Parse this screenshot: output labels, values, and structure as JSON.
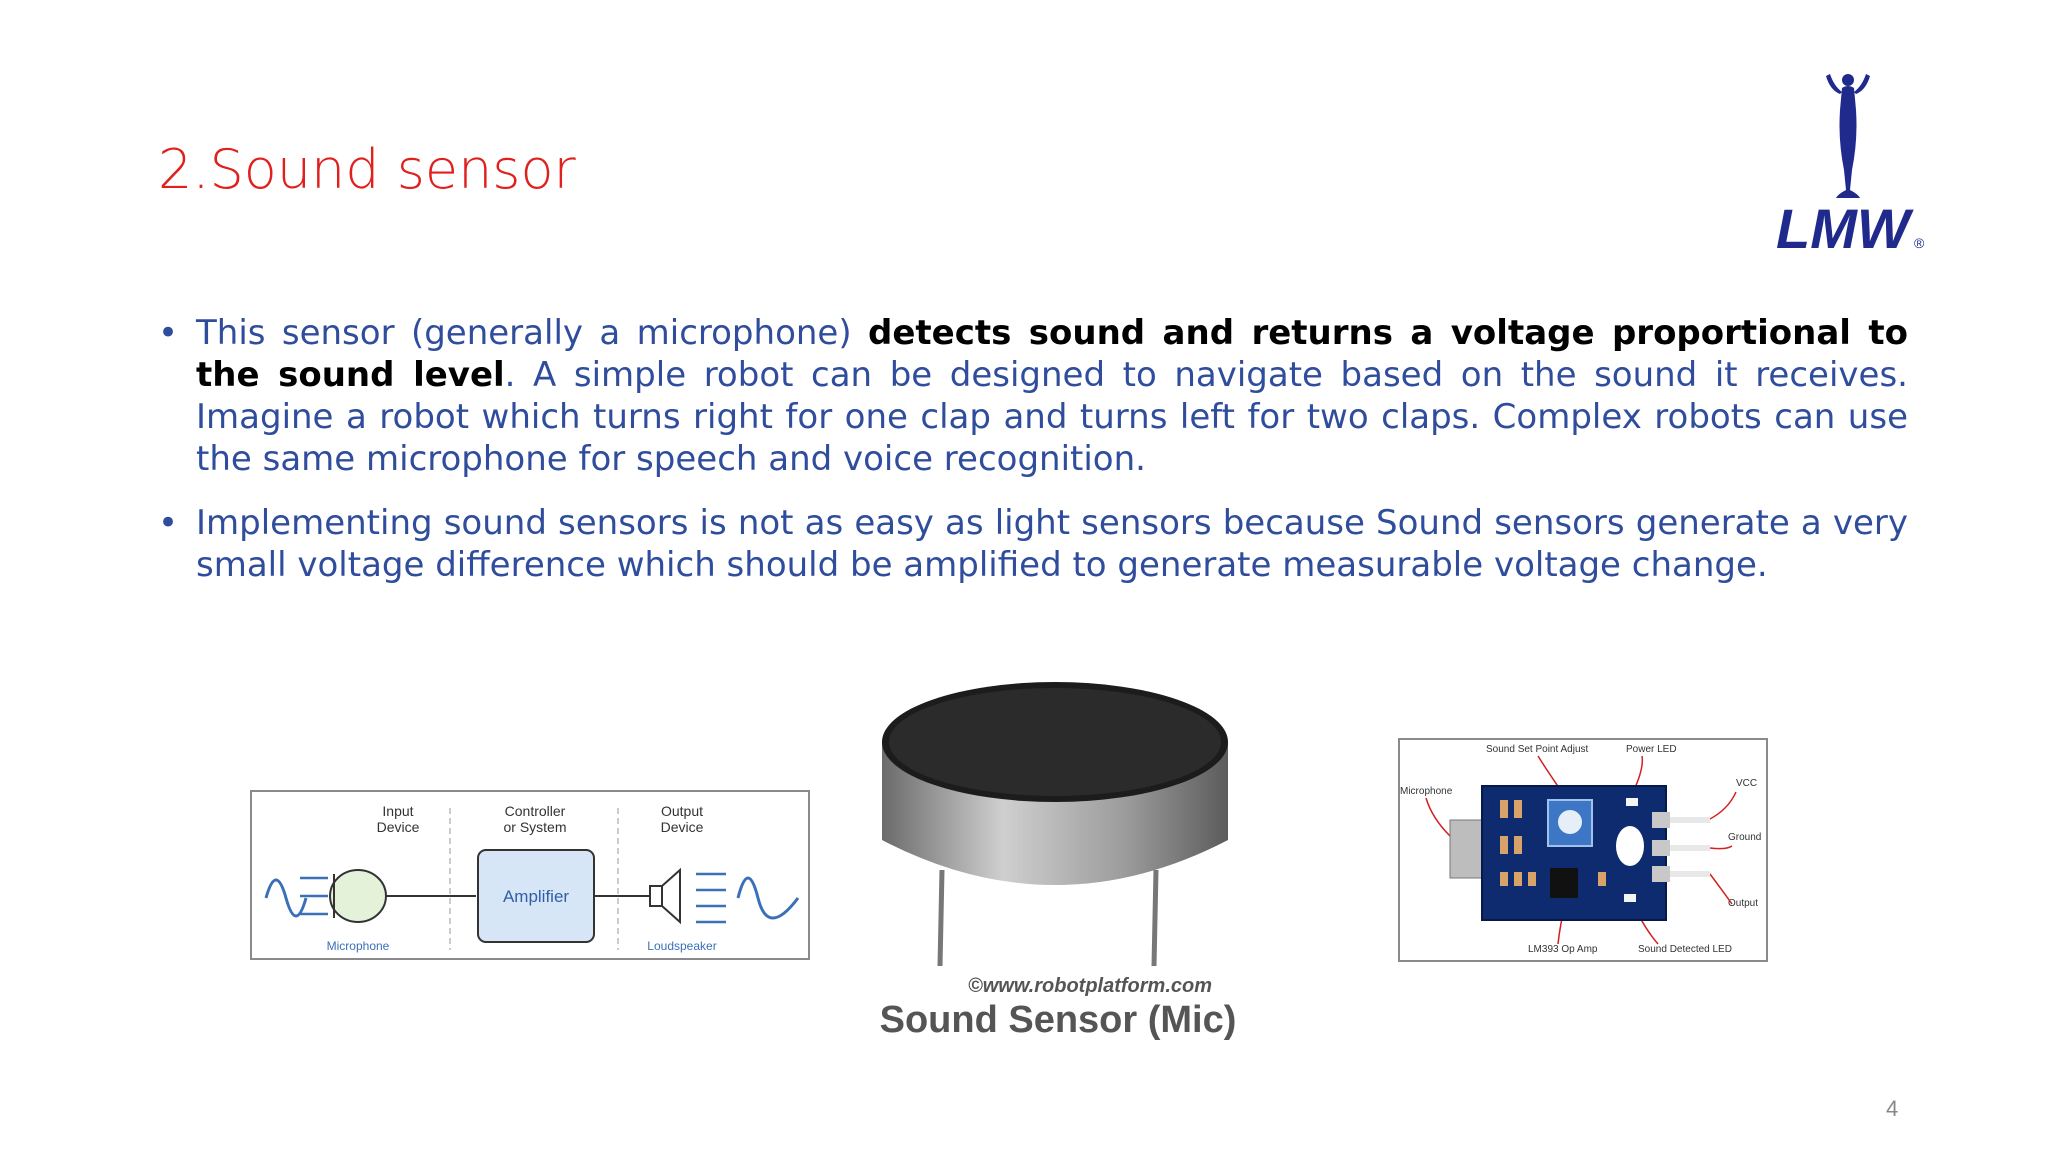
{
  "slide": {
    "title": "2.Sound sensor",
    "page_number": "4",
    "logo_text": "LMW",
    "logo_mark": "®"
  },
  "bullets": [
    {
      "pre": "This sensor (generally a microphone) ",
      "bold": "detects sound and returns a voltage proportional to the sound level",
      "post": ". A simple robot can be designed to navigate based on the sound it receives. Imagine a robot which turns right for one clap and turns left for two claps. Complex robots can use the same microphone for speech and voice recognition."
    },
    {
      "pre": "Implementing sound sensors is not as easy as light sensors because Sound sensors generate a very small voltage difference which should be amplified to generate measurable voltage change.",
      "bold": "",
      "post": ""
    }
  ],
  "diagram": {
    "input_label_1": "Input",
    "input_label_2": "Device",
    "controller_label_1": "Controller",
    "controller_label_2": "or System",
    "output_label_1": "Output",
    "output_label_2": "Device",
    "amplifier": "Amplifier",
    "microphone": "Microphone",
    "loudspeaker": "Loudspeaker"
  },
  "mic_photo": {
    "watermark": "©www.robotplatform.com",
    "caption": "Sound Sensor (Mic)"
  },
  "module": {
    "set_point": "Sound Set Point Adjust",
    "power_led": "Power LED",
    "microphone": "Microphone",
    "vcc": "VCC",
    "ground": "Ground",
    "output": "Output",
    "op_amp": "LM393 Op Amp",
    "detected_led": "Sound Detected LED"
  },
  "colors": {
    "title": "#e0201c",
    "body": "#2f4d9c",
    "bold": "#000000",
    "logo": "#1f2a8c",
    "diagram_blue": "#3a70b8",
    "board": "#0d2b6e"
  }
}
